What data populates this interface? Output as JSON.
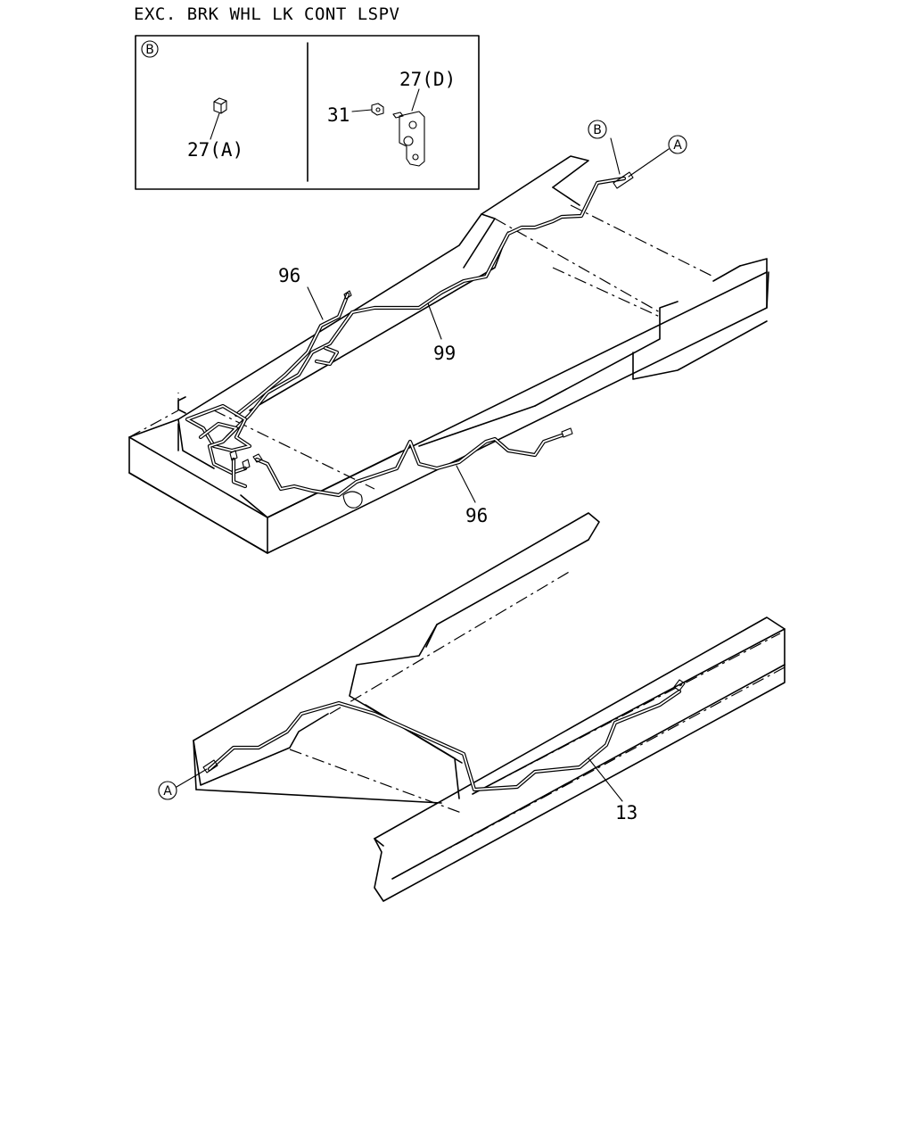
{
  "header": {
    "title": "EXC. BRK WHL LK CONT LSPV"
  },
  "inset": {
    "view_marker": "B",
    "labels": {
      "part_27a": "27(A)",
      "part_27d": "27(D)",
      "part_31": "31"
    }
  },
  "callouts": {
    "part_96_upper": "96",
    "part_99": "99",
    "part_96_lower": "96",
    "part_13": "13",
    "marker_b": "B",
    "marker_a_upper": "A",
    "marker_a_lower": "A"
  }
}
